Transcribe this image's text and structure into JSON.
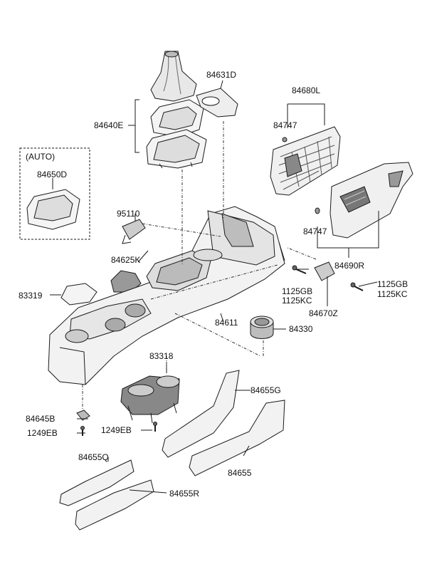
{
  "labels": {
    "p84631D": "84631D",
    "p84680L": "84680L",
    "p84640E": "84640E",
    "p84747a": "84747",
    "auto": "(AUTO)",
    "p84650D": "84650D",
    "p95110": "95110",
    "p84747b": "84747",
    "p84690R": "84690R",
    "p84625K": "84625K",
    "p1125GBa": "1125GB",
    "p1125KCa": "1125KC",
    "p1125GBb": "1125GB",
    "p1125KCb": "1125KC",
    "p83319": "83319",
    "p84670Z": "84670Z",
    "p84611": "84611",
    "p84330": "84330",
    "p83318": "83318",
    "p84655G": "84655G",
    "p84645B": "84645B",
    "p1249EBa": "1249EB",
    "p1249EBb": "1249EB",
    "p84655Q": "84655Q",
    "p84655": "84655",
    "p84655R": "84655R"
  },
  "colors": {
    "line": "#1a1a1a",
    "part_fill": "#f2f2f2",
    "part_shade": "#bdbdbd",
    "background": "#ffffff"
  }
}
